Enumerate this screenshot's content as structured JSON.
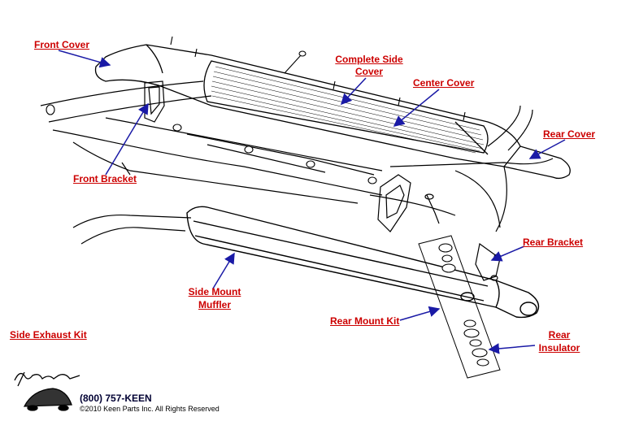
{
  "labels": {
    "front_cover": "Front Cover",
    "complete_side_cover_1": "Complete Side",
    "complete_side_cover_2": "Cover",
    "center_cover": "Center Cover",
    "rear_cover": "Rear Cover",
    "front_bracket": "Front Bracket",
    "rear_bracket": "Rear Bracket",
    "side_mount_muffler_1": "Side Mount",
    "side_mount_muffler_2": "Muffler",
    "rear_mount_kit": "Rear Mount Kit",
    "rear_insulator_1": "Rear",
    "rear_insulator_2": "Insulator",
    "side_exhaust_kit": "Side Exhaust Kit"
  },
  "footer": {
    "phone": "(800) 757-KEEN",
    "copyright": "©2010 Keen Parts Inc. All Rights Reserved"
  },
  "colors": {
    "label": "#cc0000",
    "arrow": "#1a1aa6",
    "line": "#000000"
  }
}
